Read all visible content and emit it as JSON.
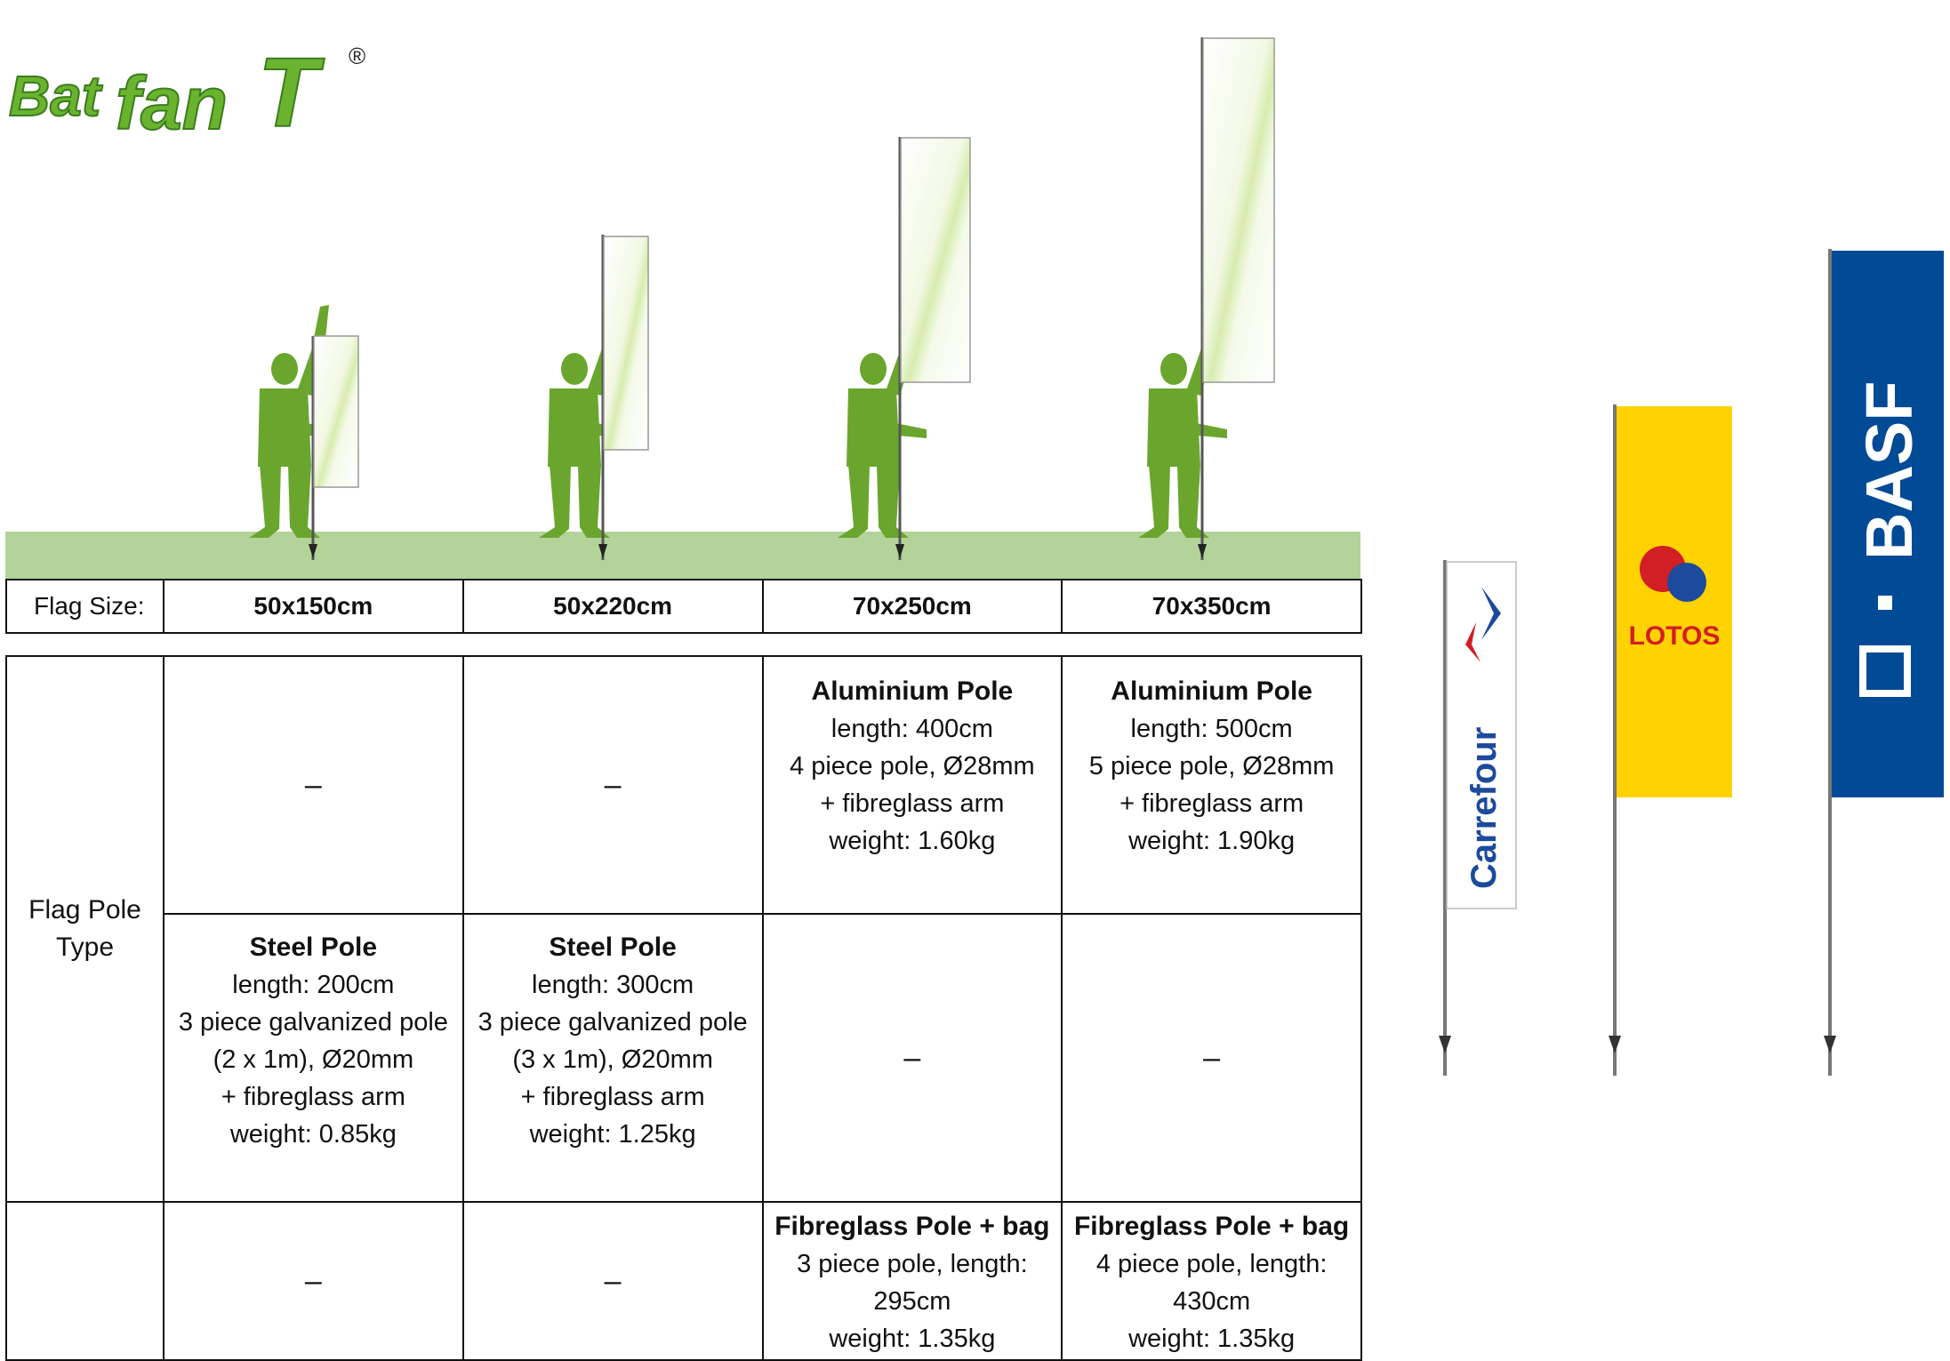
{
  "logo": {
    "text_bat": "Bat",
    "text_fan": "fan",
    "text_t": "T",
    "registered": "®"
  },
  "size_row": {
    "label": "Flag Size:",
    "sizes": [
      "50x150cm",
      "50x220cm",
      "70x250cm",
      "70x350cm"
    ]
  },
  "pole_table": {
    "row_label_line1": "Flag Pole",
    "row_label_line2": "Type",
    "dash": "–",
    "aluminium": [
      {
        "title": "Aluminium Pole",
        "lines": [
          "length: 400cm",
          "4 piece pole, Ø28mm",
          "+ fibreglass arm",
          "weight: 1.60kg"
        ]
      },
      {
        "title": "Aluminium Pole",
        "lines": [
          "length: 500cm",
          "5 piece pole, Ø28mm",
          "+ fibreglass arm",
          "weight: 1.90kg"
        ]
      }
    ],
    "steel": [
      {
        "title": "Steel Pole",
        "lines": [
          "length: 200cm",
          "3 piece galvanized pole",
          "(2 x 1m), Ø20mm",
          "+ fibreglass arm",
          "weight: 0.85kg"
        ]
      },
      {
        "title": "Steel Pole",
        "lines": [
          "length: 300cm",
          "3 piece galvanized pole",
          "(3 x 1m), Ø20mm",
          "+ fibreglass arm",
          "weight: 1.25kg"
        ]
      }
    ],
    "fibreglass": [
      {
        "title": "Fibreglass Pole + bag",
        "lines": [
          "3 piece pole, length: 295cm",
          "weight: 1.35kg"
        ]
      },
      {
        "title": "Fibreglass Pole + bag",
        "lines": [
          "4 piece pole, length: 430cm",
          "weight: 1.35kg"
        ]
      }
    ]
  },
  "example_flags": [
    {
      "brand": "Carrefour",
      "bg": "#ffffff",
      "fg": "#1c4a9c"
    },
    {
      "brand": "LOTOS",
      "bg": "#ffd200",
      "fg": "#d21f26"
    },
    {
      "brand": "BASF",
      "bg": "#004a96",
      "fg": "#ffffff"
    }
  ],
  "colors": {
    "ground": "#b3d39a",
    "figure": "#6aa62e",
    "logo_green": "#5aa02c"
  }
}
